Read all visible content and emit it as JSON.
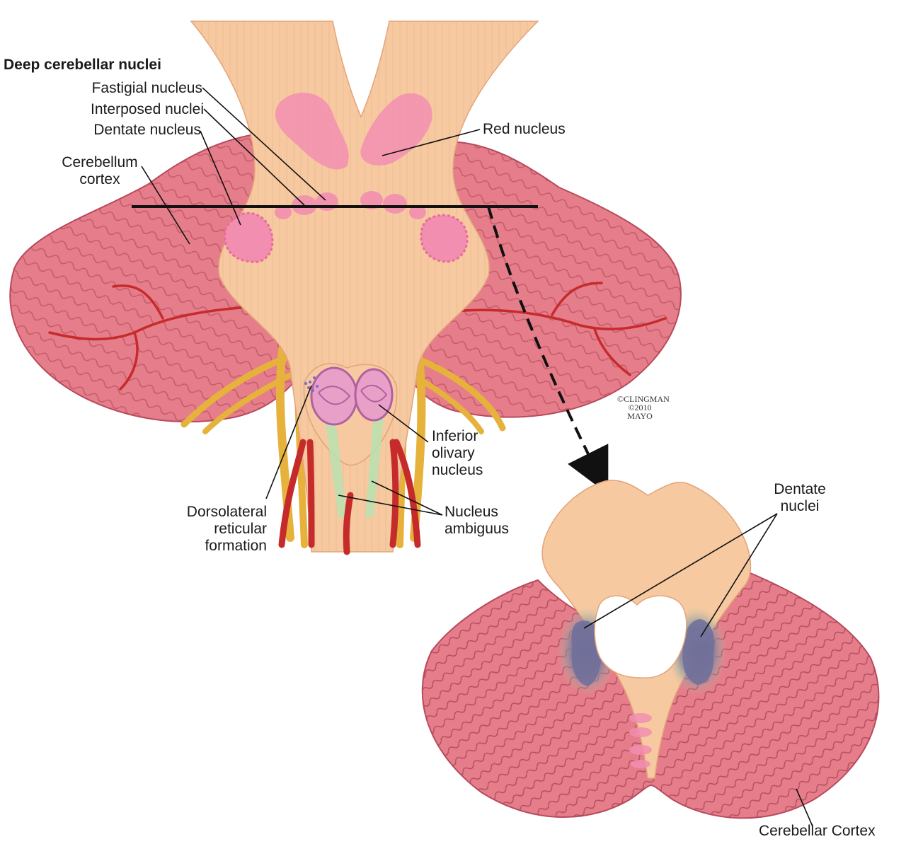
{
  "figure": {
    "heading": "Deep cerebellar nuclei",
    "labels": {
      "fastigial": "Fastigial nucleus",
      "interposed": "Interposed nuclei",
      "dentate": "Dentate nucleus",
      "cerebellum_cortex": "Cerebellum\ncortex",
      "red_nucleus": "Red nucleus",
      "inferior_olivary": "Inferior\nolivary\nnucleus",
      "dorsolateral": "Dorsolateral\nreticular\nformation",
      "nucleus_ambiguus": "Nucleus\nambiguus",
      "dentate_nuclei": "Dentate\nnuclei",
      "cerebellar_cortex": "Cerebellar Cortex"
    },
    "signature": "©CLINGMAN\n©2010\nMAYO"
  },
  "colors": {
    "brainstem": "#f6c9a0",
    "cerebellum": "#e57e8a",
    "cerebellum_dark": "#b84a5c",
    "nucleus_pink": "#f28fb0",
    "nerve_yellow": "#e6b23c",
    "artery_red": "#c62b2b",
    "nucleus_green": "#b9e2b0",
    "dentate_slate": "#6e6f9a"
  }
}
